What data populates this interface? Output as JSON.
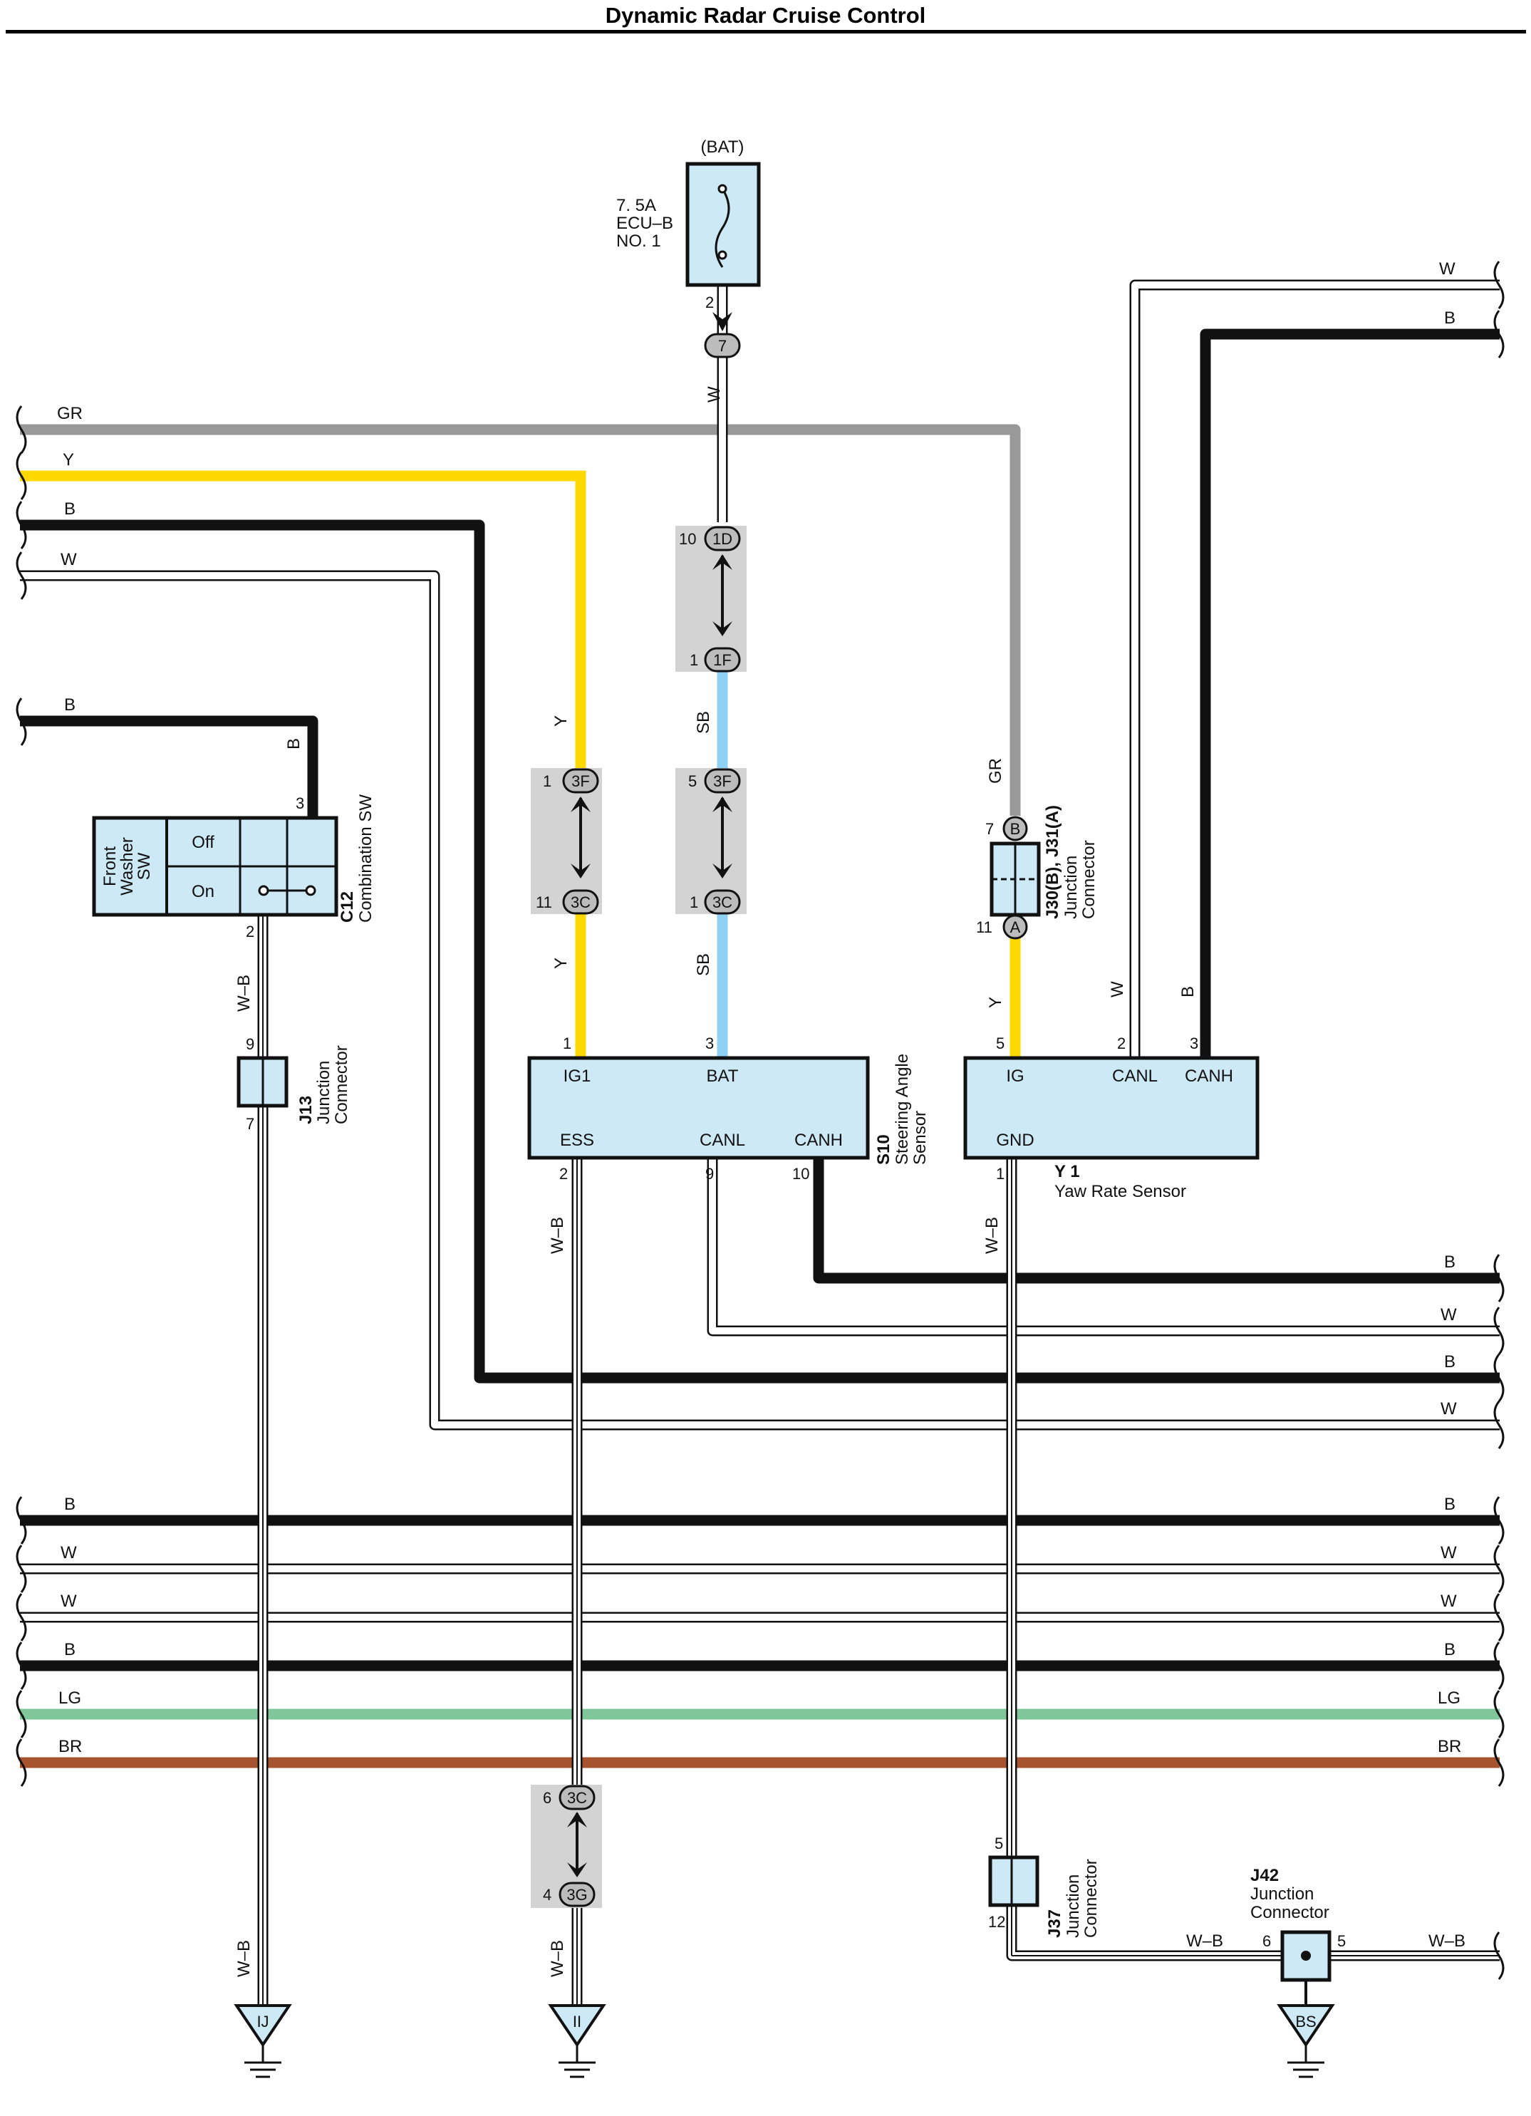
{
  "title": "Dynamic Radar Cruise Control",
  "colors": {
    "W": "#ffffff",
    "B": "#111111",
    "GR": "#999999",
    "Y": "#ffd800",
    "SB": "#8fd1f5",
    "LG": "#7fc79a",
    "BR": "#a6532e",
    "component_fill": "#cde9f6",
    "connector_fill": "#d3d3d3"
  },
  "fuse": {
    "source": "(BAT)",
    "rating": "7. 5A",
    "name": "ECU–B",
    "number": "NO. 1",
    "pin": "2",
    "connector": "7"
  },
  "wire_labels": {
    "fuse_out": "W",
    "left_gr": "GR",
    "left_y": "Y",
    "left_b": "B",
    "left_w": "W",
    "switch_feed": "B",
    "switch_feed_vert": "B",
    "right_top_w": "W",
    "right_top_b": "B",
    "s10_ig_a": "Y",
    "s10_ig_b": "Y",
    "s10_bat_a": "SB",
    "s10_bat_b": "SB",
    "gr_drop": "GR",
    "y1_ig": "Y",
    "y1_canl": "W",
    "y1_canh": "B",
    "c12_out": "W–B",
    "s10_gnd": "W–B",
    "y1_gnd": "W–B",
    "ij_drop": "W–B",
    "ii_drop": "W–B",
    "bus_b1": "B",
    "bus_w1": "W",
    "bus_b2": "B",
    "bus_w2": "W",
    "rail_b1": "B",
    "rail_w1": "W",
    "rail_w2": "W",
    "rail_b2": "B",
    "rail_lg": "LG",
    "rail_br": "BR",
    "j37_out": "W–B",
    "j42_out": "W–B"
  },
  "connectors": {
    "c1": {
      "top_pin": "10",
      "top": "1D",
      "bottom_pin": "1",
      "bottom": "1F"
    },
    "c2": {
      "top_pin": "1",
      "top": "3F",
      "bottom_pin": "11",
      "bottom": "3C"
    },
    "c3": {
      "top_pin": "5",
      "top": "3F",
      "bottom_pin": "1",
      "bottom": "3C"
    },
    "c4": {
      "top_pin": "6",
      "top": "3C",
      "bottom_pin": "4",
      "bottom": "3G"
    }
  },
  "combination_sw": {
    "code": "C12",
    "name": "Combination SW",
    "label1": "Front",
    "label2": "Washer",
    "label3": "SW",
    "off": "Off",
    "on": "On",
    "pin_in": "3",
    "pin_out": "2"
  },
  "j13": {
    "code": "J13",
    "line1": "Junction",
    "line2": "Connector",
    "pin_in": "9",
    "pin_out": "7"
  },
  "j30": {
    "code": "J30(B), J31(A)",
    "line1": "Junction",
    "line2": "Connector",
    "top_pin": "7",
    "top_letter": "B",
    "bottom_pin": "11",
    "bottom_letter": "A"
  },
  "s10": {
    "code": "S10",
    "line1": "Steering Angle",
    "line2": "Sensor",
    "ig1": "IG1",
    "bat": "BAT",
    "ess": "ESS",
    "canl": "CANL",
    "canh": "CANH",
    "pin_ig1": "1",
    "pin_bat": "3",
    "pin_ess": "2",
    "pin_canl": "9",
    "pin_canh": "10"
  },
  "y1": {
    "code": "Y 1",
    "name": "Yaw Rate Sensor",
    "ig": "IG",
    "canl": "CANL",
    "canh": "CANH",
    "gnd": "GND",
    "pin_ig": "5",
    "pin_canl": "2",
    "pin_canh": "3",
    "pin_gnd": "1"
  },
  "j37": {
    "code": "J37",
    "line1": "Junction",
    "line2": "Connector",
    "pin_in": "5",
    "pin_out": "12"
  },
  "j42": {
    "code": "J42",
    "line1": "Junction",
    "line2": "Connector",
    "pin_left": "6",
    "pin_right": "5"
  },
  "grounds": {
    "ij": "IJ",
    "ii": "II",
    "bs": "BS"
  }
}
